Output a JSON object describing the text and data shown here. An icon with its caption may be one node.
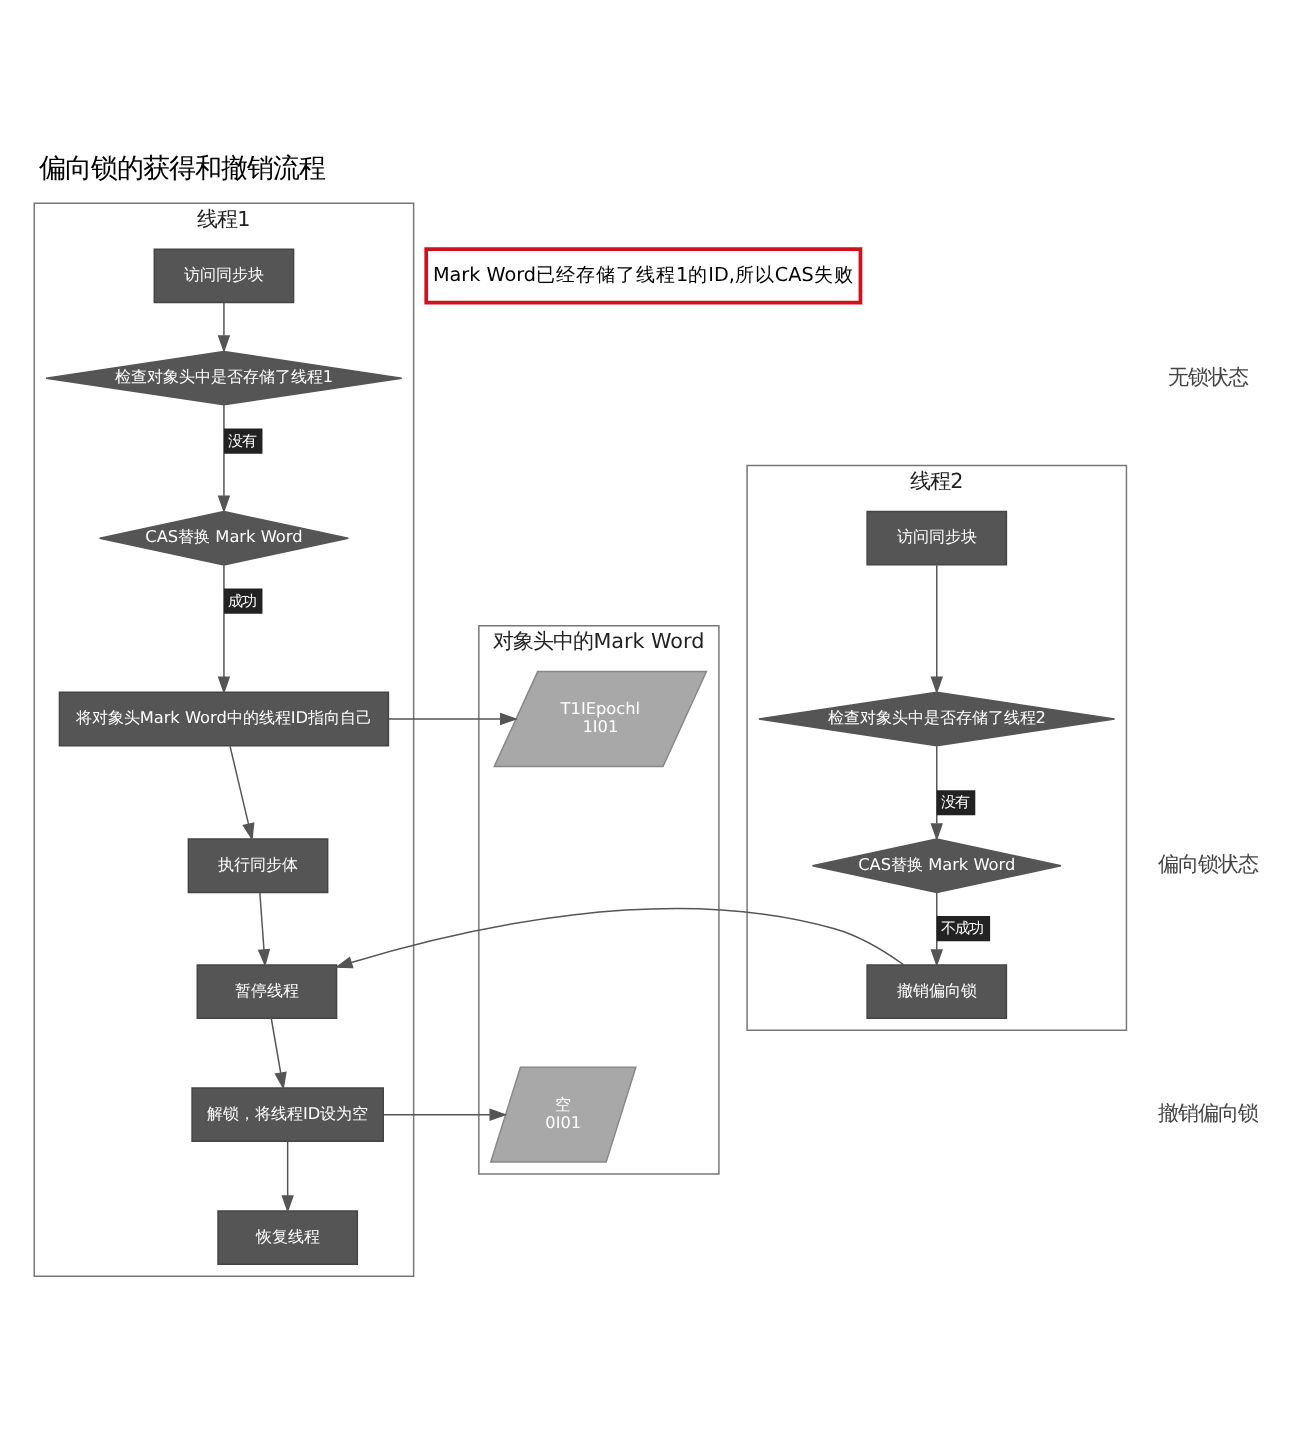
{
  "diagram": {
    "title": "偏向锁的获得和撤销流程",
    "nodes": [
      {
        "text": [
          "线程1"
        ]
      },
      {
        "text": [
          "对象头中的Mark Word"
        ]
      },
      {
        "text": [
          "线程2"
        ]
      },
      {
        "text": [
          "访问同步块"
        ],
        "in": 0
      },
      {
        "text": [
          "检查对象头中是否存储了线程1"
        ],
        "in": 0
      },
      {
        "text": [
          "CAS替换 Mark Word"
        ],
        "in": 0
      },
      {
        "text": [
          "将对象头Mark Word中的线程ID指向自己"
        ],
        "in": 0
      },
      {
        "text": [
          "执行同步体"
        ],
        "in": 0
      },
      {
        "text": [
          "暂停线程"
        ],
        "in": 0
      },
      {
        "text": [
          "解锁，将线程ID设为空"
        ],
        "in": 0
      },
      {
        "text": [
          "恢复线程"
        ],
        "in": 0
      },
      {
        "text": [
          "T1IEpochl",
          "1I01"
        ],
        "in": 1
      },
      {
        "text": [
          "空",
          "0I01"
        ],
        "in": 1
      },
      {
        "text": [
          "访问同步块"
        ],
        "in": 2
      },
      {
        "text": [
          "检查对象头中是否存储了线程2"
        ],
        "in": 2
      },
      {
        "text": [
          "CAS替换 Mark Word"
        ],
        "in": 2
      },
      {
        "text": [
          "撤销偏向锁"
        ],
        "in": 2
      },
      {
        "text": [
          "Mark Word已经存储了线程1的ID,所以CAS失败"
        ]
      }
    ],
    "edges": [
      {
        "from": 3,
        "to": 4,
        "arrow": "to"
      },
      {
        "from": 4,
        "to": 5,
        "arrow": "to",
        "label": "没有"
      },
      {
        "from": 5,
        "to": 6,
        "arrow": "to",
        "label": "成功"
      },
      {
        "from": 6,
        "to": 11,
        "arrow": "to"
      },
      {
        "from": 6,
        "to": 7,
        "arrow": "to"
      },
      {
        "from": 7,
        "to": 8,
        "arrow": "to"
      },
      {
        "from": 8,
        "to": 9,
        "arrow": "to"
      },
      {
        "from": 9,
        "to": 12,
        "arrow": "to"
      },
      {
        "from": 9,
        "to": 10,
        "arrow": "to"
      },
      {
        "from": 13,
        "to": 14,
        "arrow": "to"
      },
      {
        "from": 14,
        "to": 15,
        "arrow": "to",
        "label": "没有"
      },
      {
        "from": 15,
        "to": 16,
        "arrow": "to",
        "label": "不成功"
      },
      {
        "from": 16,
        "to": 8,
        "arrow": "to"
      }
    ],
    "labels": [
      "无锁状态",
      "偏向锁状态",
      "撤销偏向锁"
    ]
  }
}
